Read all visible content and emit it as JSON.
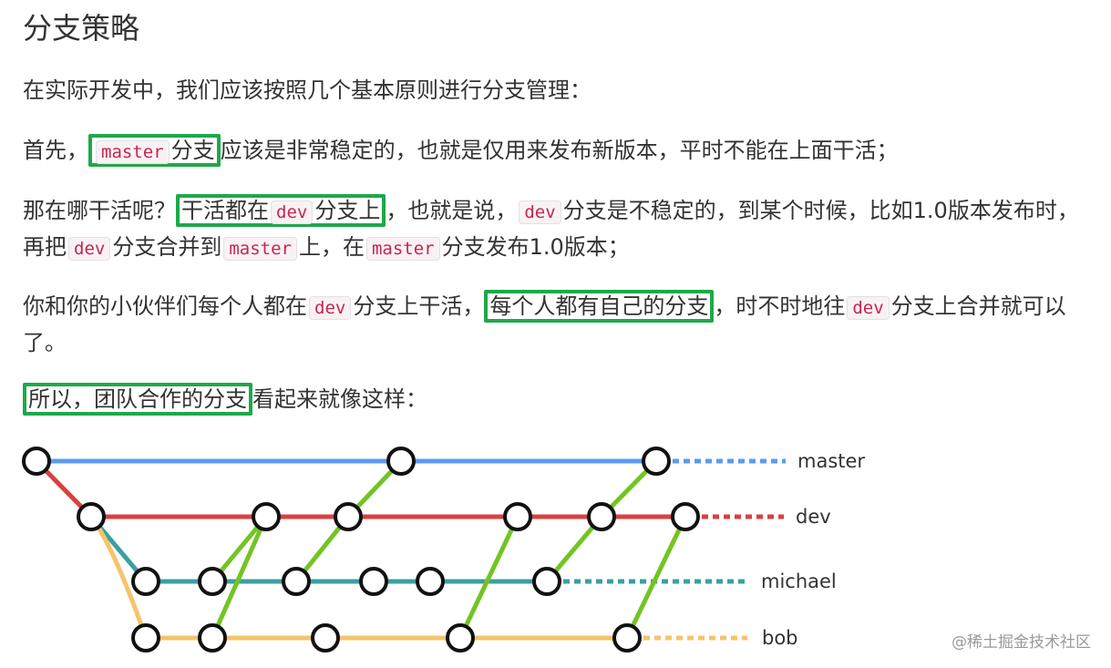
{
  "heading": "分支策略",
  "intro": "在实际开发中，我们应该按照几个基本原则进行分支管理：",
  "p1": {
    "prefix": "首先，",
    "code": "master",
    "hl_rest": "分支",
    "rest": "应该是非常稳定的，也就是仅用来发布新版本，平时不能在上面干活；"
  },
  "p2": {
    "prefix": "那在哪干活呢？",
    "hl_pre": "干活都在",
    "hl_code": "dev",
    "hl_post": "分支上",
    "mid1": "，也就是说，",
    "code2": "dev",
    "mid2": "分支是不稳定的，到某个时候，比如1.0版本发布时，再把",
    "code3": "dev",
    "mid3": "分支合并到",
    "code4": "master",
    "mid4": "上，在",
    "code5": "master",
    "end": "分支发布1.0版本；"
  },
  "p3": {
    "prefix": "你和你的小伙伴们每个人都在",
    "code1": "dev",
    "mid1": "分支上干活，",
    "hl": "每个人都有自己的分支",
    "mid2": "，时不时地往",
    "code2": "dev",
    "end": "分支上合并就可以了。"
  },
  "p4": {
    "hl": "所以，团队合作的分支",
    "end": "看起来就像这样："
  },
  "diagram": {
    "branches": [
      "master",
      "dev",
      "michael",
      "bob"
    ],
    "colors": {
      "master": "#5b9bf0",
      "dev": "#d94040",
      "michael": "#3aa0a0",
      "bob": "#f5c46a",
      "merge": "#74c424",
      "highlight": "#1fa84a"
    }
  },
  "watermark": "@稀土掘金技术社区"
}
